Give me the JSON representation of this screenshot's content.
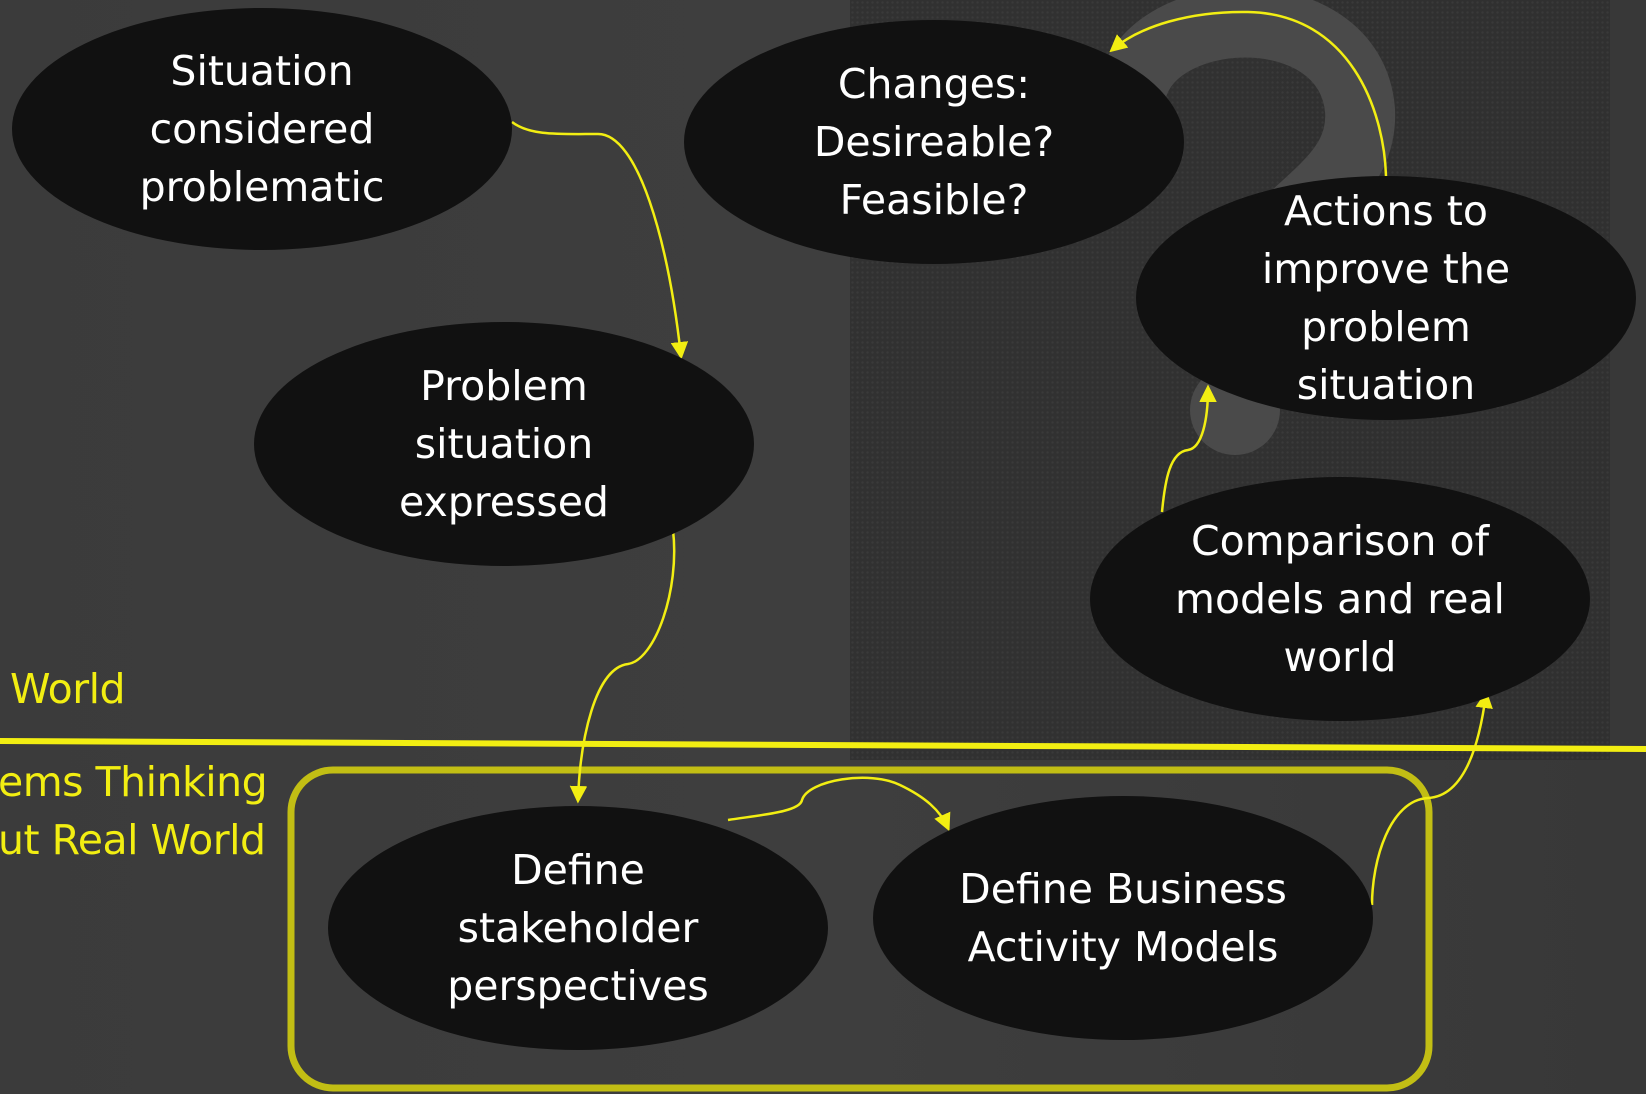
{
  "labels": {
    "real_world": "World",
    "systems_line1": "ems Thinking",
    "systems_line2": "ut Real World"
  },
  "nodes": {
    "situation": "Situation\nconsidered\nproblematic",
    "expressed": "Problem\nsituation\nexpressed",
    "changes": "Changes:\nDesireable?\nFeasible?",
    "actions": "Actions to\nimprove the\nproblem\nsituation",
    "comparison": "Comparison of\nmodels and real\nworld",
    "stakeholder": "Define\nstakeholder\nperspectives",
    "business": "Define Business\nActivity Models"
  },
  "colors": {
    "accent": "#f2ee12",
    "box_border": "#c2be14",
    "node_fill": "#111111",
    "background": "#3a3a3a"
  }
}
